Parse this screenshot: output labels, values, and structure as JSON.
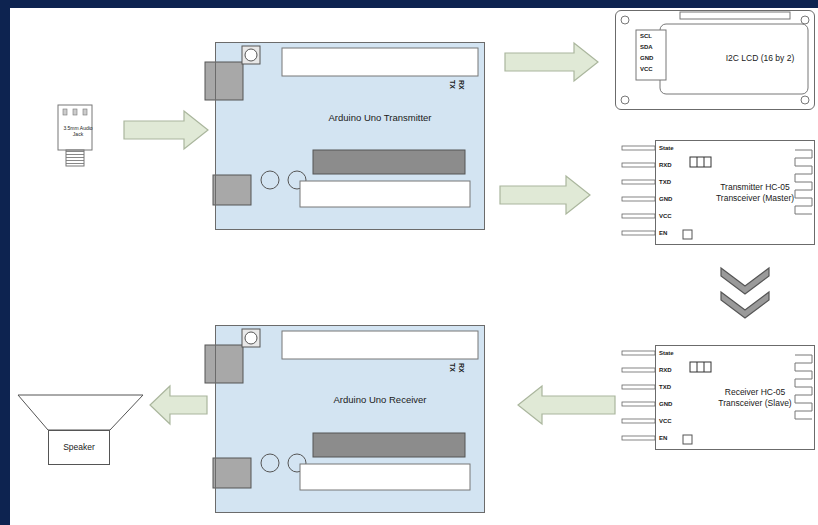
{
  "diagram": {
    "nodes": [
      {
        "text": [
          "3.5mm Audio Jack"
        ]
      },
      {
        "text": [
          "Arduino Uno Transmitter"
        ]
      },
      {
        "text": [
          "I2C LCD (16 by 2)"
        ]
      },
      {
        "text": [
          "Transmitter HC-05 Transceiver (Master)"
        ]
      },
      {
        "text": [
          "Receiver HC-05 Transceiver (Slave)"
        ]
      },
      {
        "text": [
          "Arduino Uno Receiver"
        ]
      },
      {
        "text": [
          "Speaker"
        ]
      }
    ],
    "edges": [
      {
        "from": 0,
        "to": 1,
        "arrow": "to"
      },
      {
        "from": 1,
        "to": 2,
        "arrow": "to"
      },
      {
        "from": 1,
        "to": 3,
        "arrow": "to"
      },
      {
        "from": 3,
        "to": 4,
        "arrow": "to"
      },
      {
        "from": 4,
        "to": 5,
        "arrow": "to"
      },
      {
        "from": 5,
        "to": 6,
        "arrow": "to"
      }
    ],
    "labels": [
      "TX",
      "RX",
      "SCL",
      "SDA",
      "GND",
      "VCC",
      "State",
      "RXD",
      "TXD",
      "GND",
      "VCC",
      "EN",
      "TX",
      "RX",
      "State",
      "RXD",
      "TXD",
      "GND",
      "VCC",
      "EN"
    ]
  }
}
